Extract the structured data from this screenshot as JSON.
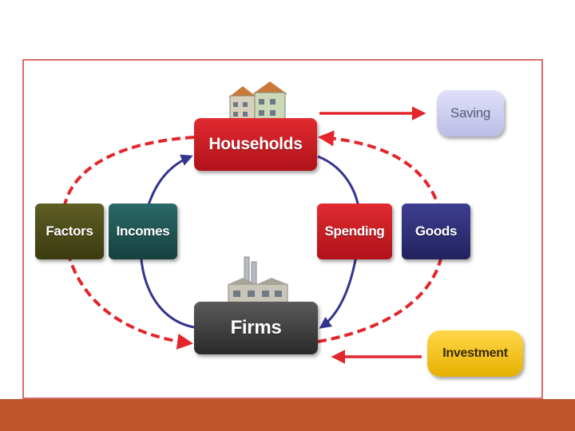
{
  "colors": {
    "frame_border": "#d96c6c",
    "bottom_bar": "#bf562a",
    "red_flow": "#e3262b",
    "blue_flow": "#34348f",
    "households_box": "#c8161d",
    "firms_box": "#3b3b3b",
    "factors_box": "#4a4a1a",
    "incomes_box": "#1f5452",
    "spending_box": "#c8161d",
    "goods_box": "#2e2e78",
    "saving_box": "#cfcff2",
    "investment_box": "#f2c200"
  },
  "nodes": {
    "households": "Households",
    "firms": "Firms",
    "factors": "Factors",
    "incomes": "Incomes",
    "spending": "Spending",
    "goods": "Goods",
    "saving": "Saving",
    "investment": "Investment"
  },
  "icons": {
    "households": "houses-icon",
    "firms": "factory-icon"
  }
}
